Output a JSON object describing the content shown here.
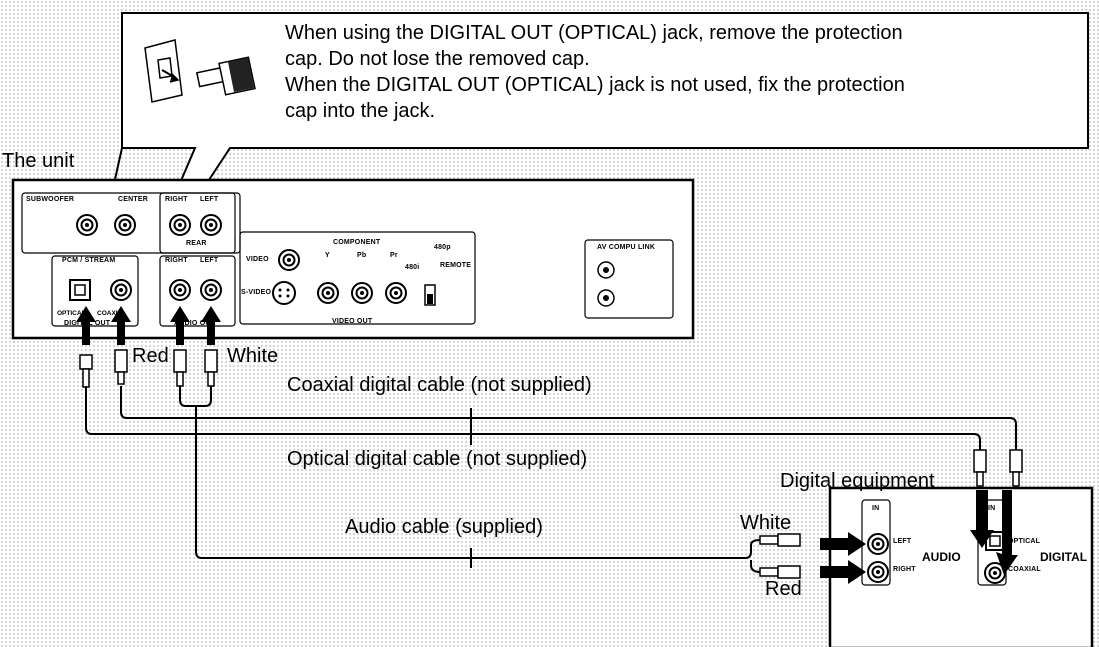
{
  "callout": {
    "lines": [
      "When using the DIGITAL OUT (OPTICAL) jack, remove the protection",
      "cap. Do not lose the removed cap.",
      "When the DIGITAL OUT (OPTICAL) jack is not used, fix the protection",
      "cap into the jack."
    ]
  },
  "unit": {
    "title": "The unit",
    "labels": {
      "subwoofer": "SUBWOOFER",
      "center": "CENTER",
      "right_top": "RIGHT",
      "left_top": "LEFT",
      "rear": "REAR",
      "right_bottom": "RIGHT",
      "left_bottom": "LEFT",
      "pcm_stream": "PCM / STREAM",
      "optical": "OPTICAL",
      "coaxial": "COAXIAL",
      "digital_out": "DIGITAL OUT",
      "audio_out": "AUDIO OUT",
      "video": "VIDEO",
      "s_video": "S-VIDEO",
      "component": "COMPONENT",
      "y": "Y",
      "pb": "Pb",
      "pr": "Pr",
      "480p": "480p",
      "480i": "480i",
      "remote": "REMOTE",
      "video_out": "VIDEO OUT",
      "av_compu_link": "AV COMPU LINK"
    }
  },
  "cables": {
    "red_top": "Red",
    "white_top": "White",
    "coaxial": "Coaxial digital cable (not supplied)",
    "optical": "Optical digital cable (not supplied)",
    "audio": "Audio cable (supplied)",
    "white_bottom": "White",
    "red_bottom": "Red"
  },
  "equipment": {
    "title": "Digital equipment",
    "in_audio": "IN",
    "in_digital": "IN",
    "left": "LEFT",
    "right": "RIGHT",
    "audio": "AUDIO",
    "optical": "OPTICAL",
    "coaxial": "COAXIAL",
    "digital": "DIGITAL"
  }
}
